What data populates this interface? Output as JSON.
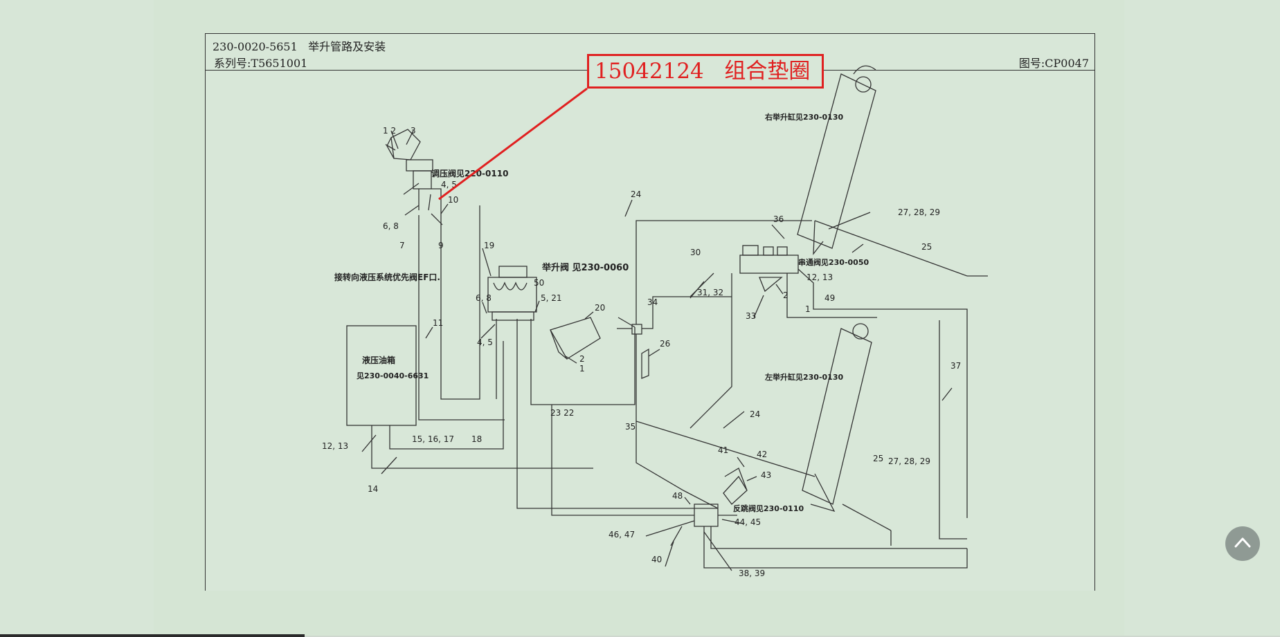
{
  "header": {
    "part_code": "230-0020-5651",
    "title": "举升管路及安装",
    "serial_label": "系列号:T5651001",
    "drawing_no_label": "图号:CP0047"
  },
  "callout": {
    "part_number": "15042124",
    "part_name": "组合垫圈",
    "color": "#e02020"
  },
  "diagram": {
    "components": {
      "pressure_valve": "调压阀见220-0110",
      "lift_valve": "举升阀 见230-0060",
      "oil_tank_line1": "液压油箱",
      "oil_tank_line2": "见230-0040-6631",
      "right_cylinder": "右举升缸见230-0130",
      "left_cylinder": "左举升缸见230-0130",
      "series_valve": "串通阀见230-0050",
      "rebound_valve": "反跳阀见230-0110",
      "steering_note": "接转向液压系统优先阀EF口."
    },
    "labels": {
      "l12": "1 2",
      "l3": "3",
      "l45a": "4, 5",
      "l10": "10",
      "l68a": "6, 8",
      "l7": "7",
      "l9": "9",
      "l19": "19",
      "l50": "50",
      "l68b": "6, 8",
      "l521": "5, 21",
      "l20": "20",
      "l45b": "4, 5",
      "l2a": "2",
      "l1a": "1",
      "l11": "11",
      "l2322": "23  22",
      "l1213a": "12, 13",
      "l151617": "15, 16, 17",
      "l18": "18",
      "l14": "14",
      "l24a": "24",
      "l30": "30",
      "l3132": "31, 32",
      "l36": "36",
      "l1213b": "12, 13",
      "l49": "49",
      "l2b": "2",
      "l1b": "1",
      "l33": "33",
      "l34": "34",
      "l26": "26",
      "l272829a": "27, 28, 29",
      "l25a": "25",
      "l37": "37",
      "l24b": "24",
      "l35": "35",
      "l25b": "25",
      "l272829b": "27, 28, 29",
      "l41": "41",
      "l42": "42",
      "l43": "43",
      "l48": "48",
      "l4445": "44, 45",
      "l4647": "46, 47",
      "l40": "40",
      "l3839": "38, 39"
    }
  },
  "controls": {
    "scroll_top_icon": "chevron-up-icon",
    "button_color": "#8f9a94"
  }
}
